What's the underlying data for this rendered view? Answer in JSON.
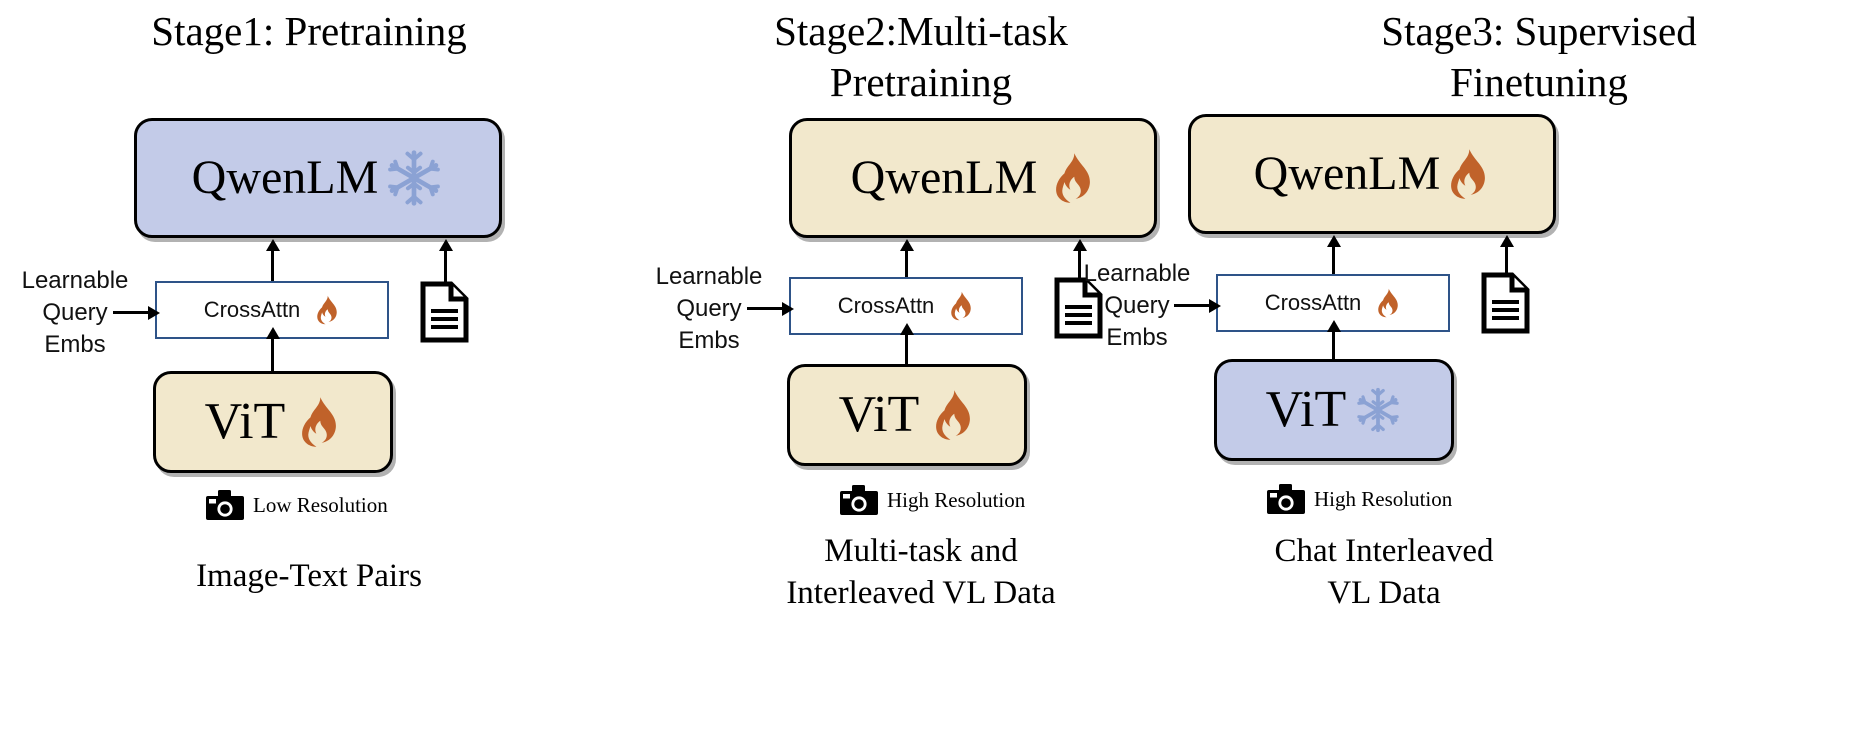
{
  "figure": {
    "background": "#ffffff",
    "colors": {
      "frozen_fill": "#c3cbe8",
      "trainable_fill": "#f2e8cc",
      "crossattn_border": "#2e5388",
      "flame": "#c0622a",
      "snowflake": "#8ba2d4",
      "outline": "#000000"
    }
  },
  "stages": [
    {
      "title": "Stage1: Pretraining",
      "title_lines": [
        "Stage1: Pretraining"
      ],
      "lm": {
        "label": "QwenLM",
        "state": "frozen",
        "state_icon": "snowflake-icon",
        "fill": "#c3cbe8"
      },
      "crossattn": {
        "label": "CrossAttn",
        "state": "trainable",
        "state_icon": "flame-icon"
      },
      "vision": {
        "label": "ViT",
        "state": "trainable",
        "state_icon": "flame-icon",
        "fill": "#f2e8cc"
      },
      "query": {
        "lines": [
          "Learnable",
          "Query",
          "Embs"
        ]
      },
      "text_input_icon": "document-icon",
      "resolution": {
        "icon": "camera-icon",
        "label": "Low Resolution"
      },
      "data_caption_lines": [
        "Image-Text Pairs"
      ]
    },
    {
      "title": "Stage2:Multi-task Pretraining",
      "title_lines": [
        "Stage2:Multi-task",
        "Pretraining"
      ],
      "lm": {
        "label": "QwenLM",
        "state": "trainable",
        "state_icon": "flame-icon",
        "fill": "#f2e8cc"
      },
      "crossattn": {
        "label": "CrossAttn",
        "state": "trainable",
        "state_icon": "flame-icon"
      },
      "vision": {
        "label": "ViT",
        "state": "trainable",
        "state_icon": "flame-icon",
        "fill": "#f2e8cc"
      },
      "query": {
        "lines": [
          "Learnable",
          "Query",
          "Embs"
        ]
      },
      "text_input_icon": "document-icon",
      "resolution": {
        "icon": "camera-icon",
        "label": "High Resolution"
      },
      "data_caption_lines": [
        "Multi-task and",
        "Interleaved VL Data"
      ]
    },
    {
      "title": "Stage3: Supervised Finetuning",
      "title_lines": [
        "Stage3: Supervised",
        "Finetuning"
      ],
      "lm": {
        "label": "QwenLM",
        "state": "trainable",
        "state_icon": "flame-icon",
        "fill": "#f2e8cc"
      },
      "crossattn": {
        "label": "CrossAttn",
        "state": "trainable",
        "state_icon": "flame-icon"
      },
      "vision": {
        "label": "ViT",
        "state": "frozen",
        "state_icon": "snowflake-icon",
        "fill": "#c3cbe8"
      },
      "query": {
        "lines": [
          "Learnable",
          "Query",
          "Embs"
        ]
      },
      "text_input_icon": "document-icon",
      "resolution": {
        "icon": "camera-icon",
        "label": "High Resolution"
      },
      "data_caption_lines": [
        "Chat Interleaved",
        "VL Data"
      ]
    }
  ]
}
